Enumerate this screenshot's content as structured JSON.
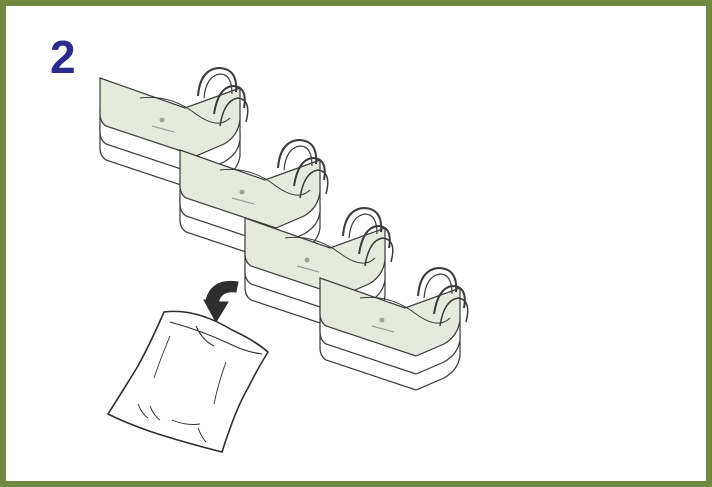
{
  "step": {
    "number": "2"
  },
  "colors": {
    "frame": "#6f8a3f",
    "step_number": "#2b2b8f",
    "bag_fill": "#e4ebdd",
    "line": "#3a3a3a"
  },
  "illustration": {
    "bag_stacks": 4,
    "bags_per_stack": 3,
    "icons": [
      "bag-stack-icon",
      "curved-arrow-icon",
      "plastic-sack-icon"
    ]
  }
}
